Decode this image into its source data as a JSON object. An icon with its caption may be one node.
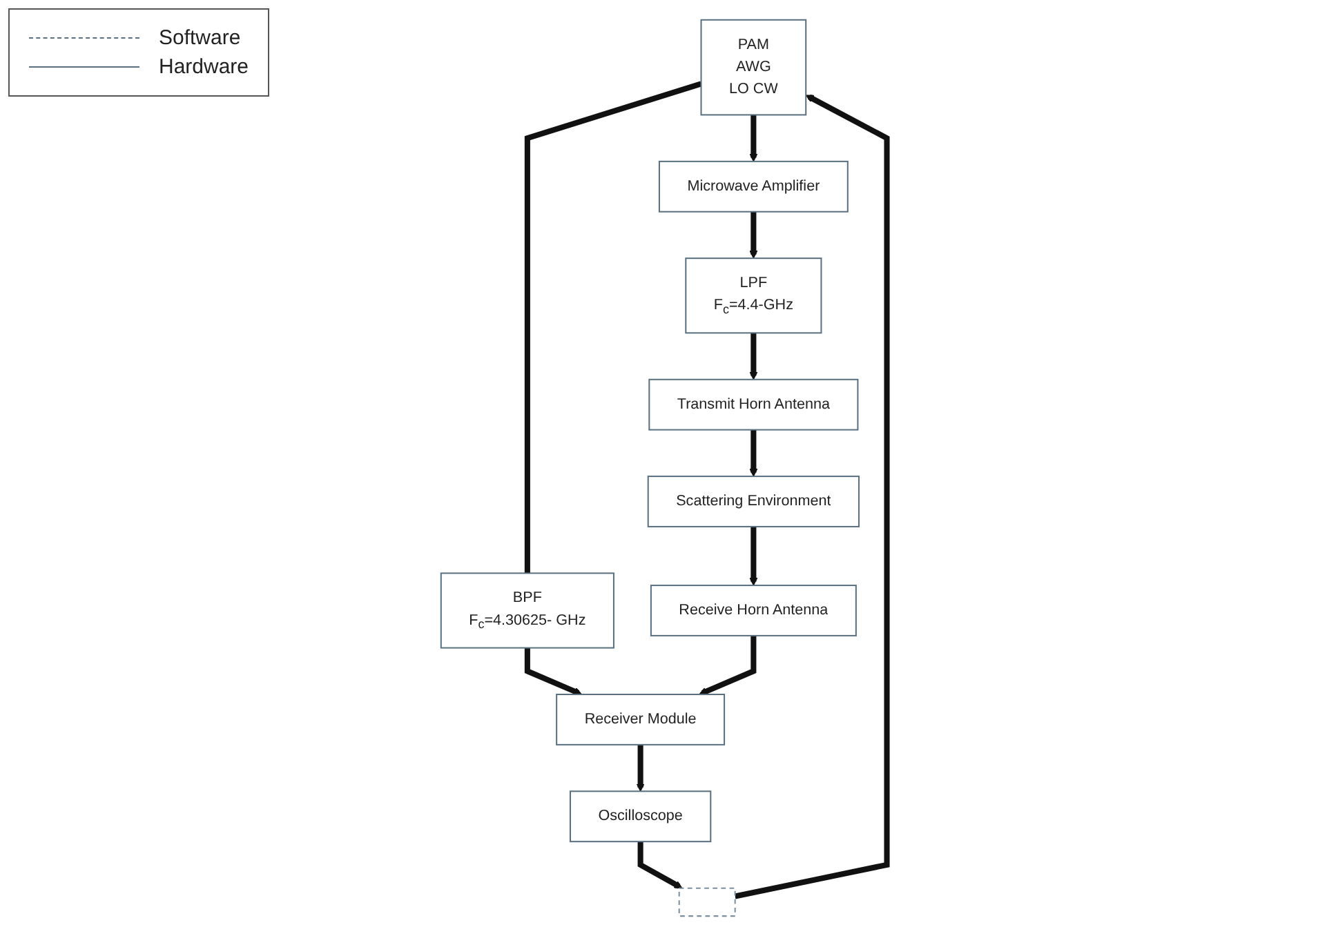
{
  "diagram": {
    "nodes": [
      {
        "text": [
          "PAM",
          "AWG",
          "LO CW"
        ]
      },
      {
        "text": [
          "Microwave Amplifier"
        ]
      },
      {
        "text": [
          "LPF",
          "F$_{c}$=4.4-GHz"
        ]
      },
      {
        "text": [],
        "shape": "box"
      },
      {
        "text": [
          "BPF",
          "F$_{c}$=4.30625- GHz"
        ]
      },
      {
        "text": [
          "Transmit Horn Antenna"
        ]
      },
      {
        "text": [
          "Oscilloscope"
        ]
      },
      {
        "text": [
          "Receiver Module"
        ]
      },
      {
        "text": [
          "Receive Horn Antenna"
        ]
      },
      {
        "text": [
          "Scattering Environment"
        ]
      }
    ],
    "edges": [
      {
        "from": 3,
        "to": 0,
        "arrow": "to"
      },
      {
        "from": 0,
        "to": 1,
        "arrow": "to"
      },
      {
        "from": 1,
        "to": 2,
        "arrow": "to"
      },
      {
        "from": 0,
        "to": 4,
        "arrow": "none"
      },
      {
        "from": 4,
        "to": 7,
        "arrow": "to"
      },
      {
        "from": 2,
        "to": 5,
        "arrow": "to"
      },
      {
        "from": 5,
        "to": 9,
        "arrow": "to"
      },
      {
        "from": 9,
        "to": 8,
        "arrow": "to"
      },
      {
        "from": 8,
        "to": 7,
        "arrow": "to"
      },
      {
        "from": 7,
        "to": 6,
        "arrow": "to"
      },
      {
        "from": 6,
        "to": 3,
        "arrow": "to"
      }
    ],
    "legend": [
      {
        "text": "Software"
      },
      {
        "text": "Hardware"
      }
    ]
  }
}
